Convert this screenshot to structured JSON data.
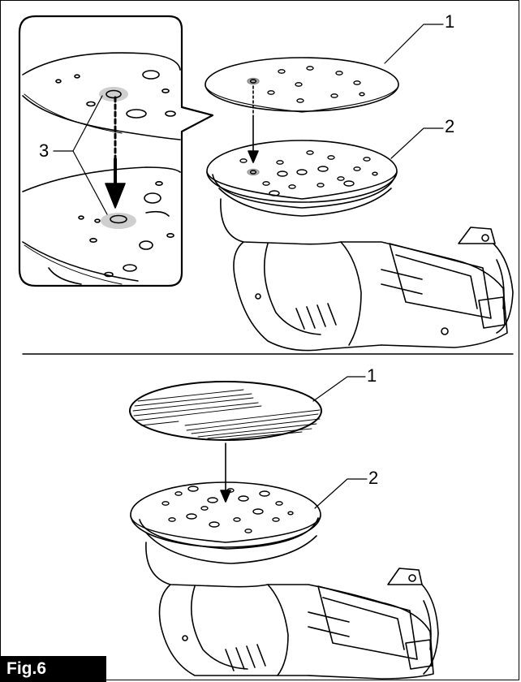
{
  "figure": {
    "label": "Fig.6",
    "top_panel": {
      "callouts": {
        "paper": "1",
        "pad": "2",
        "holes": "3"
      }
    },
    "bottom_panel": {
      "callouts": {
        "paper": "1",
        "pad": "2"
      }
    }
  }
}
